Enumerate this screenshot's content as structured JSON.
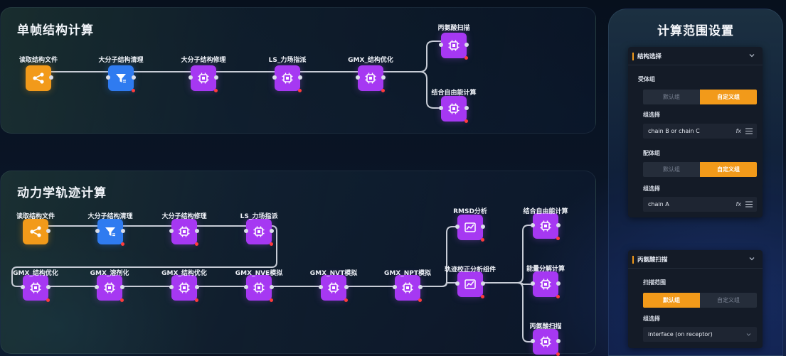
{
  "single": {
    "title": "单帧结构计算",
    "nodes": [
      {
        "label": "读取结构文件",
        "icon": "share-icon"
      },
      {
        "label": "大分子结构清理",
        "icon": "filter-icon"
      },
      {
        "label": "大分子结构修理",
        "icon": "chip-icon"
      },
      {
        "label": "LS_力场指派",
        "icon": "chip-icon"
      },
      {
        "label": "GMX_结构优化",
        "icon": "chip-icon"
      },
      {
        "label": "丙氨酸扫描",
        "icon": "chip-icon"
      },
      {
        "label": "结合自由能计算",
        "icon": "chip-icon"
      }
    ]
  },
  "dynamics": {
    "title": "动力学轨迹计算",
    "nodes": [
      {
        "label": "读取结构文件",
        "icon": "share-icon"
      },
      {
        "label": "大分子结构清理",
        "icon": "filter-icon"
      },
      {
        "label": "大分子结构修理",
        "icon": "chip-icon"
      },
      {
        "label": "LS_力场指派",
        "icon": "chip-icon"
      },
      {
        "label": "GMX_结构优化",
        "icon": "chip-icon"
      },
      {
        "label": "GMX_溶剂化",
        "icon": "chip-icon"
      },
      {
        "label": "GMX_结构优化",
        "icon": "chip-icon"
      },
      {
        "label": "GMX_NVE模拟",
        "icon": "chip-icon"
      },
      {
        "label": "GMX_NVT模拟",
        "icon": "chip-icon"
      },
      {
        "label": "GMX_NPT模拟",
        "icon": "chip-icon"
      },
      {
        "label": "RMSD分析",
        "icon": "chart-icon"
      },
      {
        "label": "轨迹校正分析组件",
        "icon": "chart-icon"
      },
      {
        "label": "结合自由能计算",
        "icon": "chip-icon"
      },
      {
        "label": "能量分解计算",
        "icon": "chip-icon"
      },
      {
        "label": "丙氨酸扫描",
        "icon": "chip-icon"
      }
    ]
  },
  "settings": {
    "title": "计算范围设置",
    "structure_card": {
      "header": "结构选择",
      "receptor_label": "受体组",
      "receptor_default": "默认组",
      "receptor_custom": "自定义组",
      "receptor_group_label": "组选择",
      "receptor_group_value": "chain B or chain C",
      "ligand_label": "配体组",
      "ligand_default": "默认组",
      "ligand_custom": "自定义组",
      "ligand_group_label": "组选择",
      "ligand_group_value": "chain A",
      "fx_glyph": "fx"
    },
    "scan_card": {
      "header": "丙氨酸扫描",
      "range_label": "扫描范围",
      "range_default": "默认组",
      "range_custom": "自定义组",
      "group_label": "组选择",
      "group_value": "interface (on receptor)"
    }
  },
  "colors": {
    "accent_orange": "#f29a1a",
    "node_purple": "#a638f2",
    "node_blue": "#2f7bf0",
    "wire": "#c7ccd6"
  }
}
